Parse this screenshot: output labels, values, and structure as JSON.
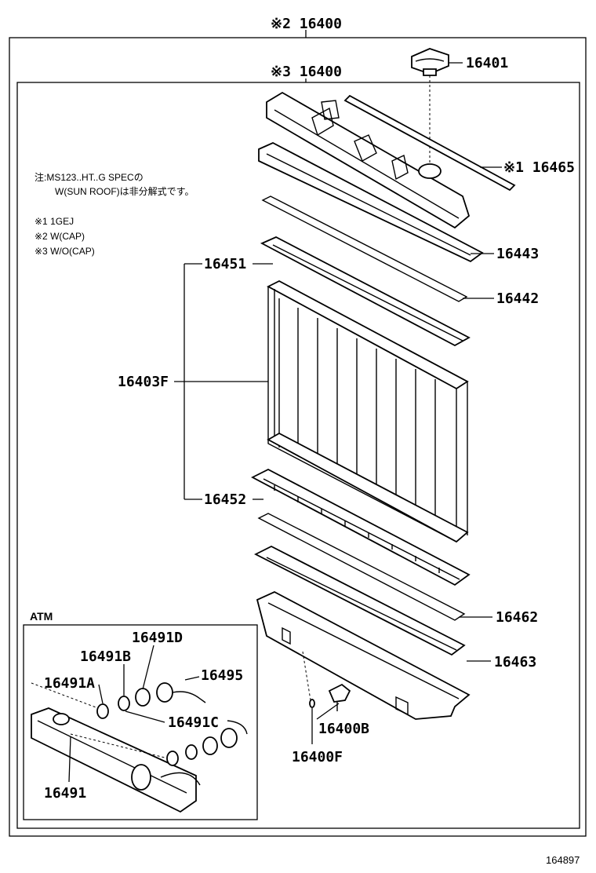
{
  "labels": {
    "assy_cap": "※2 16400",
    "assy_wo_cap": "※3 16400",
    "cap": "16401",
    "seal_16465": "※1 16465",
    "gasket_16443": "16443",
    "gasket_16442": "16442",
    "tank_16451": "16451",
    "core": "16403F",
    "tank_16452": "16452",
    "gasket_16462": "16462",
    "tank_16463": "16463",
    "drain_cock": "16400B",
    "drain_plug": "16400F",
    "p16491D": "16491D",
    "p16491B": "16491B",
    "p16491A": "16491A",
    "p16495": "16495",
    "p16491C": "16491C",
    "p16491": "16491"
  },
  "notes": {
    "line1": "注:MS123..HT..G SPECの",
    "line2": "W(SUN ROOF)は非分解式です。",
    "n1": "※1 1GEJ",
    "n2": "※2 W(CAP)",
    "n3": "※3 W/O(CAP)"
  },
  "atm_label": "ATM",
  "footer_code": "164897"
}
